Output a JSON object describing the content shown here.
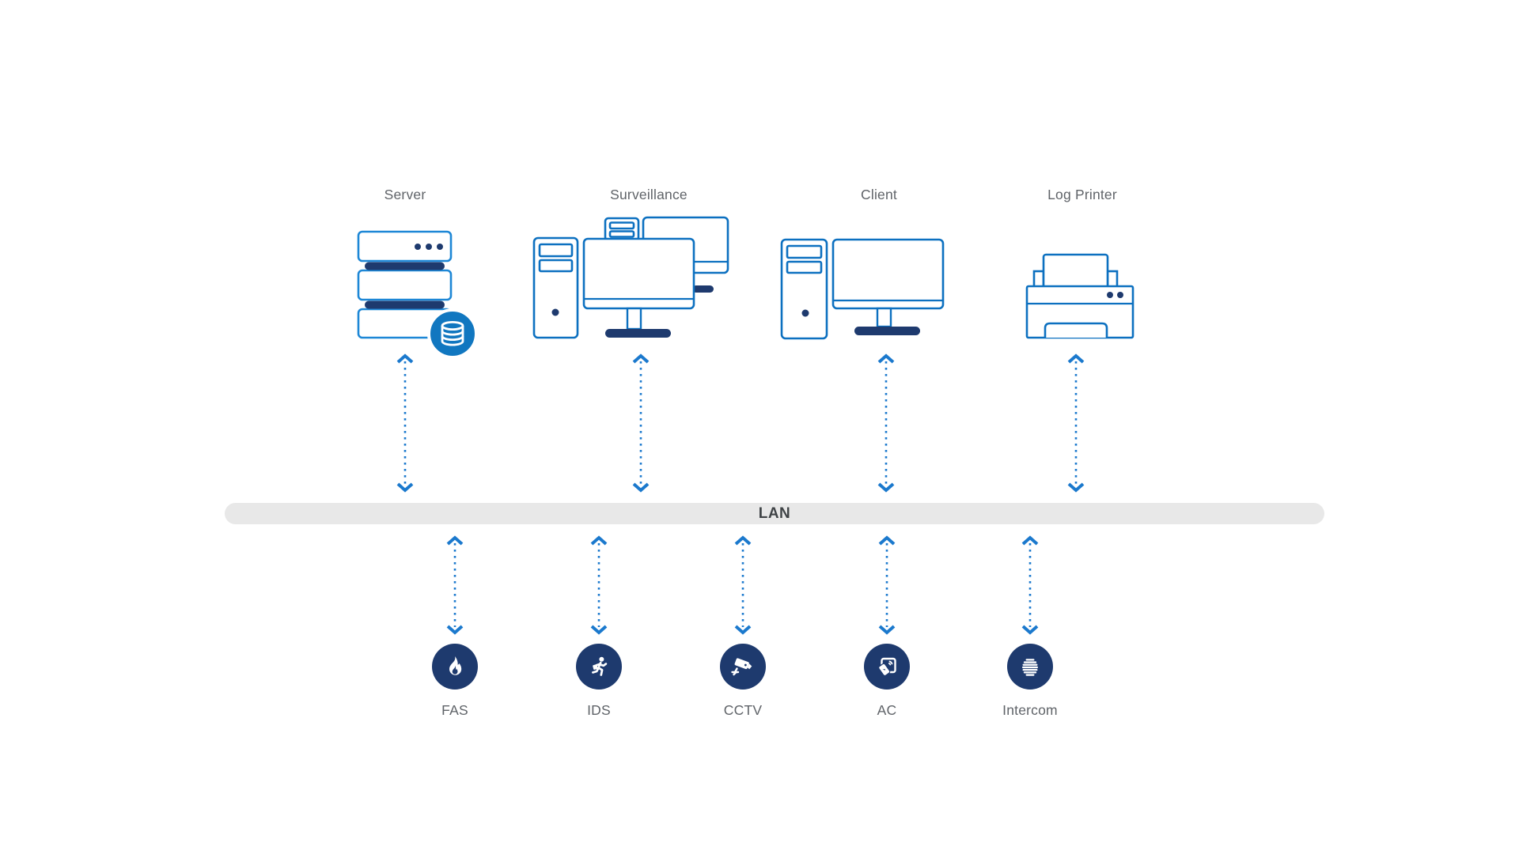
{
  "lan": {
    "label": "LAN",
    "bar_color": "#e8e8e8",
    "text_color": "#3f4346"
  },
  "top_devices": [
    {
      "id": "server",
      "label": "Server",
      "icon": "server-rack-icon"
    },
    {
      "id": "surveillance",
      "label": "Surveillance",
      "icon": "surveillance-workstation-icon"
    },
    {
      "id": "client",
      "label": "Client",
      "icon": "client-workstation-icon"
    },
    {
      "id": "log_printer",
      "label": "Log Printer",
      "icon": "printer-icon"
    }
  ],
  "bottom_devices": [
    {
      "id": "fas",
      "label": "FAS",
      "icon": "fire-alarm-icon"
    },
    {
      "id": "ids",
      "label": "IDS",
      "icon": "intrusion-detection-icon"
    },
    {
      "id": "cctv",
      "label": "CCTV",
      "icon": "cctv-camera-icon"
    },
    {
      "id": "ac",
      "label": "AC",
      "icon": "access-control-icon"
    },
    {
      "id": "intercom",
      "label": "Intercom",
      "icon": "intercom-speaker-icon"
    }
  ],
  "connections": [
    {
      "from": "Server",
      "to": "LAN",
      "style": "dotted-double-arrow"
    },
    {
      "from": "Surveillance",
      "to": "LAN",
      "style": "dotted-double-arrow"
    },
    {
      "from": "Client",
      "to": "LAN",
      "style": "dotted-double-arrow"
    },
    {
      "from": "Log Printer",
      "to": "LAN",
      "style": "dotted-double-arrow"
    },
    {
      "from": "LAN",
      "to": "FAS",
      "style": "dotted-double-arrow"
    },
    {
      "from": "LAN",
      "to": "IDS",
      "style": "dotted-double-arrow"
    },
    {
      "from": "LAN",
      "to": "CCTV",
      "style": "dotted-double-arrow"
    },
    {
      "from": "LAN",
      "to": "AC",
      "style": "dotted-double-arrow"
    },
    {
      "from": "LAN",
      "to": "Intercom",
      "style": "dotted-double-arrow"
    }
  ],
  "colors": {
    "device_stroke_blue": "#0c70c0",
    "server_stroke_light_blue": "#1d87d6",
    "navy": "#1e3a6e",
    "database_circle_blue": "#1177c0",
    "arrow_blue": "#1b79cd",
    "label_gray": "#5f6368",
    "lan_bar_gray": "#e8e8e8"
  }
}
